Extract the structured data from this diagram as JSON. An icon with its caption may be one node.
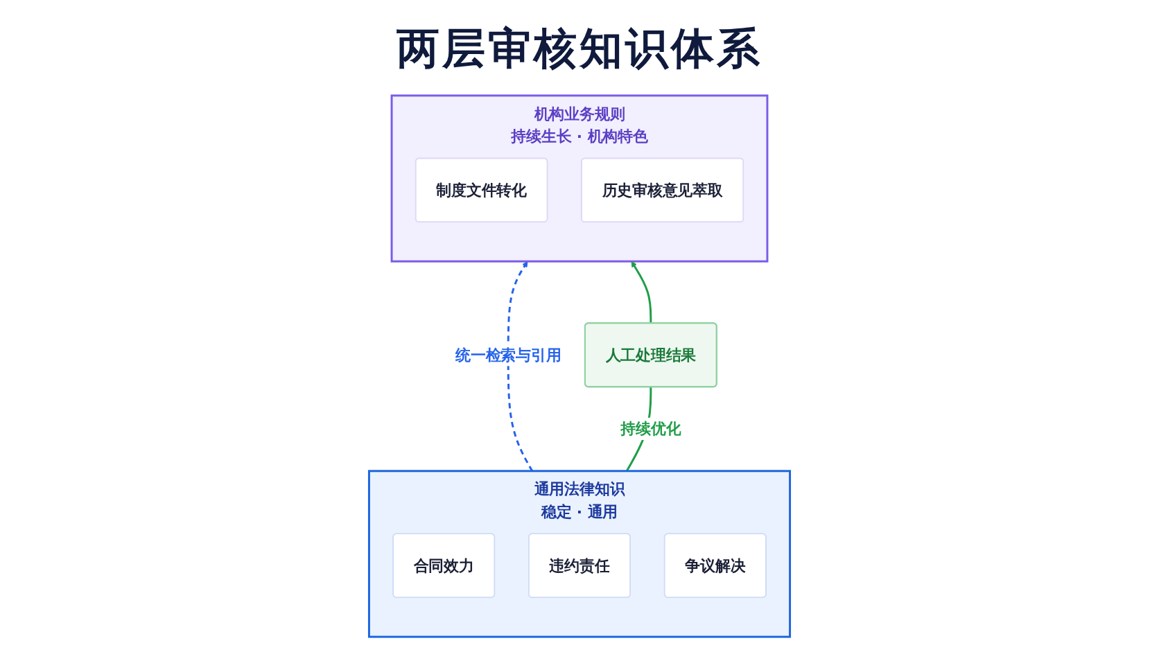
{
  "diagram": {
    "title": "两层审核知识体系",
    "nodes": [
      {
        "text": [
          "机构业务规则",
          "持续生长 · 机构特色"
        ]
      },
      {
        "text": [
          "制度文件转化"
        ],
        "in": 0
      },
      {
        "text": [
          "历史审核意见萃取"
        ],
        "in": 0
      },
      {
        "text": [
          "通用法律知识",
          "稳定 · 通用"
        ]
      },
      {
        "text": [
          "合同效力"
        ],
        "in": 3
      },
      {
        "text": [
          "违约责任"
        ],
        "in": 3
      },
      {
        "text": [
          "争议解决"
        ],
        "in": 3
      },
      {
        "text": [
          "人工处理结果"
        ]
      }
    ],
    "edges": [
      {
        "from": 3,
        "to": 0,
        "arrow": "to",
        "label": "统一检索与引用",
        "style": "dashed",
        "color": "#2563eb"
      },
      {
        "from": 3,
        "to": 7,
        "arrow": "none",
        "label": "持续优化"
      },
      {
        "from": 7,
        "to": 0,
        "arrow": "to"
      }
    ]
  }
}
